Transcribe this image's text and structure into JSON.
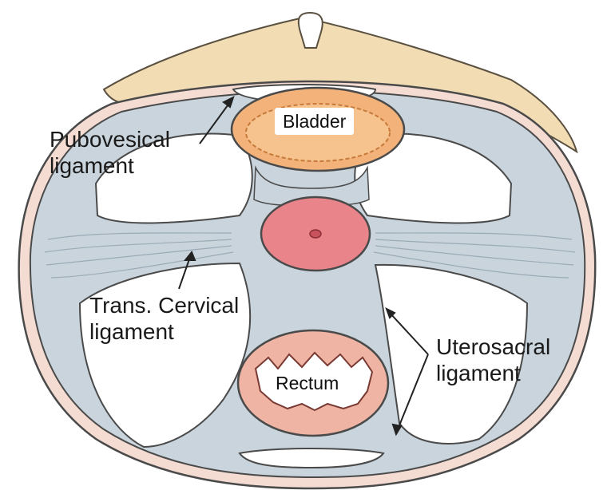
{
  "organs": {
    "bladder": "Bladder",
    "rectum": "Rectum"
  },
  "ligaments": {
    "pubovesical": [
      "Pubovesical",
      "ligament"
    ],
    "transverse_cervical": [
      "Trans. Cervical",
      "ligament"
    ],
    "uterosacral": [
      "Uterosacral",
      "ligament"
    ]
  },
  "colors": {
    "bone": "#f2dcb4",
    "pelvic_wall": "#f4dcd2",
    "fascia": "#c9d4dc",
    "bladder": "#f2b27a",
    "cervix": "#e8848a",
    "rectum": "#efb4a4",
    "outline": "#4a4a4a"
  }
}
